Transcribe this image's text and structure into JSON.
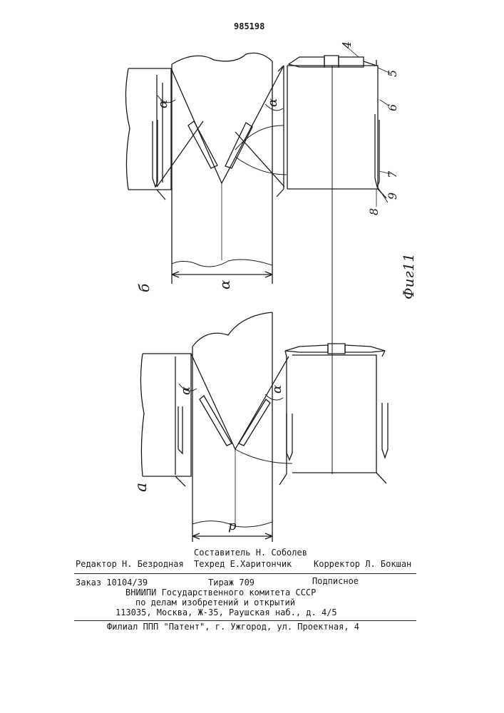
{
  "patent_number": "985198",
  "figure": {
    "caption": "Фиг11",
    "variant_b": "б",
    "variant_a": "а",
    "angle": "α",
    "width_b": "α",
    "width_a": "p",
    "numbers": [
      "4",
      "5",
      "6",
      "7",
      "8",
      "9"
    ]
  },
  "colophon": {
    "compiler": "Составитель Н. Соболев",
    "editor": "Редактор Н. Безродная",
    "techred": "Техред Е.Харитончик",
    "corrector": "Корректор Л. Бокшан",
    "order": "Заказ 10104/39",
    "circulation": "Тираж 709",
    "subscription": "Подписное",
    "org_line1": "ВНИИПИ Государственного комитета СССР",
    "org_line2": "по делам изобретений и открытий",
    "address": "113035, Москва, Ж-35, Раушская наб., д. 4/5",
    "branch": "Филиал ППП \"Патент\", г. Ужгород, ул. Проектная, 4"
  },
  "colors": {
    "ink": "#1a1a1a",
    "paper": "#ffffff"
  }
}
